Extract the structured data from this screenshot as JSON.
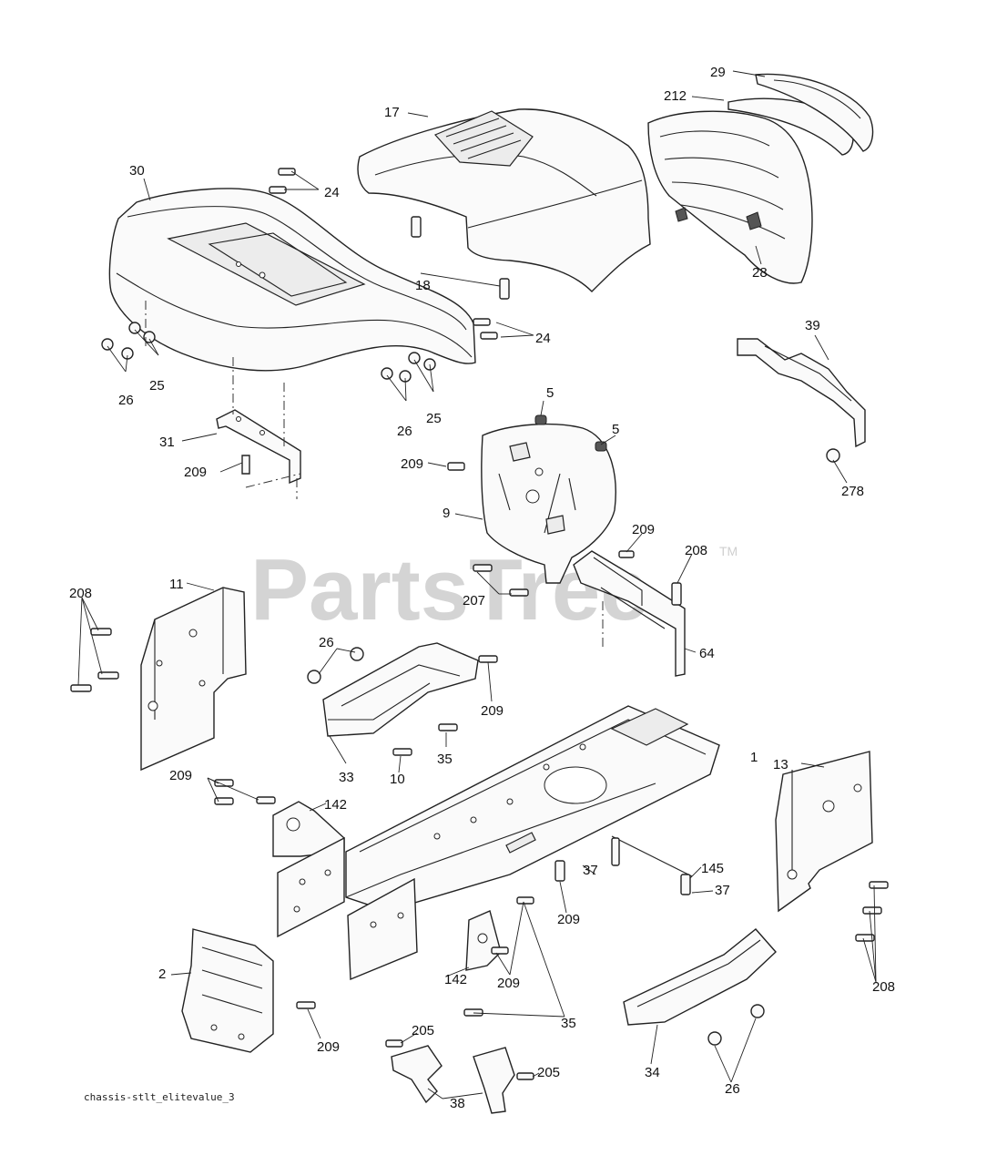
{
  "watermark": {
    "brand": "PartsTree",
    "tm": "TM"
  },
  "caption": "chassis-stlt_elitevalue_3",
  "labels": {
    "l_29": "29",
    "l_212": "212",
    "l_17": "17",
    "l_30": "30",
    "l_24_top": "24",
    "l_24_mid": "24",
    "l_18": "18",
    "l_28": "28",
    "l_39": "39",
    "l_25_left": "25",
    "l_26_left": "26",
    "l_25_mid": "25",
    "l_26_mid": "26",
    "l_5_a": "5",
    "l_5_b": "5",
    "l_31": "31",
    "l_209_a": "209",
    "l_209_b": "209",
    "l_9": "9",
    "l_209_c": "209",
    "l_208_a": "208",
    "l_278": "278",
    "l_11": "11",
    "l_208_left": "208",
    "l_207": "207",
    "l_64": "64",
    "l_26_seat": "26",
    "l_209_d": "209",
    "l_35_a": "35",
    "l_33": "33",
    "l_10": "10",
    "l_1": "1",
    "l_13": "13",
    "l_209_e": "209",
    "l_142_a": "142",
    "l_37_a": "37",
    "l_145": "145",
    "l_37_b": "37",
    "l_209_f": "209",
    "l_2": "2",
    "l_142_b": "142",
    "l_209_g": "209",
    "l_208_right": "208",
    "l_35_b": "35",
    "l_209_h": "209",
    "l_205_a": "205",
    "l_205_b": "205",
    "l_34": "34",
    "l_26_bottom": "26",
    "l_38": "38"
  }
}
